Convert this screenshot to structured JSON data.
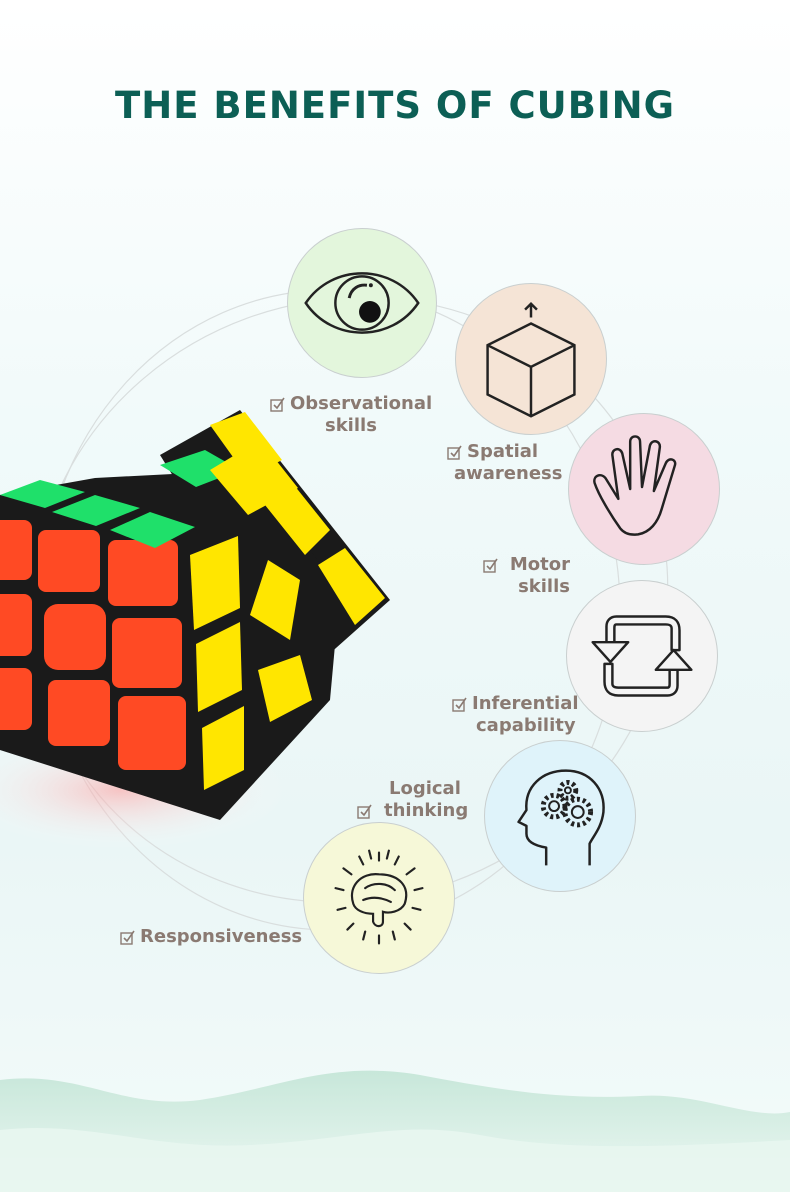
{
  "title": "THE BENEFITS OF CUBING",
  "fine_print": "",
  "benefits": [
    {
      "line1": "Observational",
      "line2": "skills",
      "icon": "eye-icon",
      "color": "#e3f6dc"
    },
    {
      "line1": "Spatial",
      "line2": "awareness",
      "icon": "cube-outline-icon",
      "color": "#f5e4d6"
    },
    {
      "line1": "Motor",
      "line2": "skills",
      "icon": "hand-icon",
      "color": "#f5dbe3"
    },
    {
      "line1": "Inferential",
      "line2": "capability",
      "icon": "cycle-arrows-icon",
      "color": "#f4f4f4"
    },
    {
      "line1": "Logical",
      "line2": "thinking",
      "icon": "head-gears-icon",
      "color": "#dff3fa"
    },
    {
      "line1": "Responsiveness",
      "line2": "",
      "icon": "brain-icon",
      "color": "#f6f8d8"
    }
  ],
  "colors": {
    "title": "#0c5f55",
    "label": "#8a7a72",
    "wave": "#bfe3d2"
  }
}
